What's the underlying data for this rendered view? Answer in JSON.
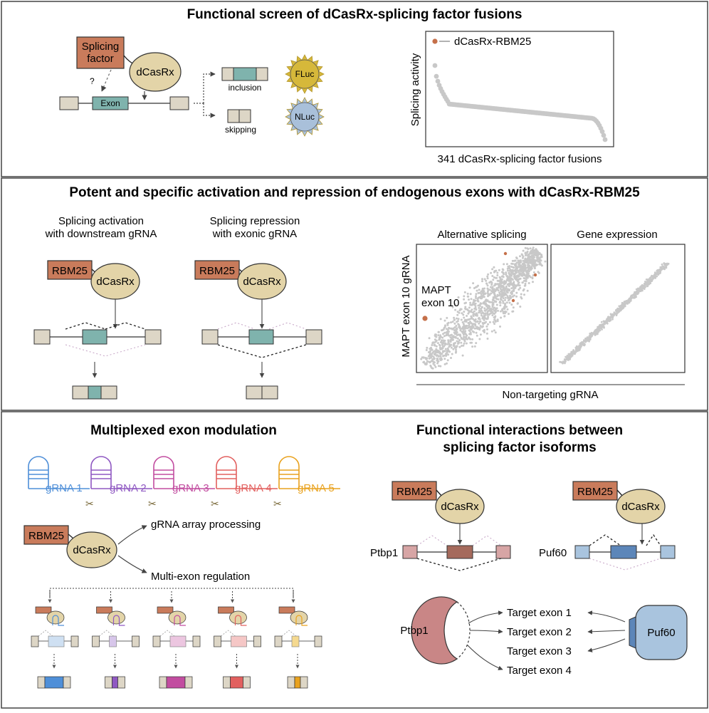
{
  "panel1": {
    "title": "Functional screen of dCasRx-splicing factor fusions",
    "splicing_factor_line1": "Splicing",
    "splicing_factor_line2": "factor",
    "dcasrx": "dCasRx",
    "question": "?",
    "exon": "Exon",
    "inclusion": "inclusion",
    "skipping": "skipping",
    "fluc": "FLuc",
    "nluc": "NLuc",
    "chart_highlight_label": "dCasRx-RBM25",
    "chart_xlabel": "341 dCasRx-splicing factor fusions",
    "chart_ylabel": "Splicing activity"
  },
  "panel2": {
    "title": "Potent and specific activation and repression of endogenous exons with dCasRx-RBM25",
    "activation_line1": "Splicing activation",
    "activation_line2": "with downstream gRNA",
    "repression_line1": "Splicing repression",
    "repression_line2": "with exonic gRNA",
    "rbm25": "RBM25",
    "dcasrx": "dCasRx",
    "alt_splicing_title": "Alternative splicing",
    "gene_expression_title": "Gene expression",
    "mapt_line1": "MAPT",
    "mapt_line2": "exon 10",
    "ylabel": "MAPT exon 10 gRNA",
    "xlabel": "Non-targeting gRNA"
  },
  "panel3": {
    "title": "Multiplexed exon modulation",
    "grnas": [
      "gRNA 1",
      "gRNA 2",
      "gRNA 3",
      "gRNA 4",
      "gRNA 5"
    ],
    "grna_colors": [
      "#4f8fd8",
      "#8f58c2",
      "#c24da0",
      "#e2605f",
      "#e9a21e"
    ],
    "rbm25": "RBM25",
    "dcasrx": "dCasRx",
    "array_processing": "gRNA array processing",
    "multi_exon": "Multi-exon regulation"
  },
  "panel4": {
    "title_line1": "Functional interactions between",
    "title_line2": "splicing factor isoforms",
    "rbm25": "RBM25",
    "dcasrx": "dCasRx",
    "ptbp1": "Ptbp1",
    "puf60": "Puf60",
    "targets": [
      "Target exon 1",
      "Target exon 2",
      "Target exon 3",
      "Target exon 4"
    ]
  },
  "colors": {
    "factor": "#c97b5b",
    "dcasrx": "#e3d4a8",
    "exon_teal": "#7fb3ad",
    "flanking": "#ddd6c6",
    "fluc": "#d6b83a",
    "nluc": "#a9c0da",
    "points": "#c8c8c8",
    "highlight": "#c5704a",
    "ptbp1": "#c98686",
    "puf60": "#a9c4de"
  }
}
